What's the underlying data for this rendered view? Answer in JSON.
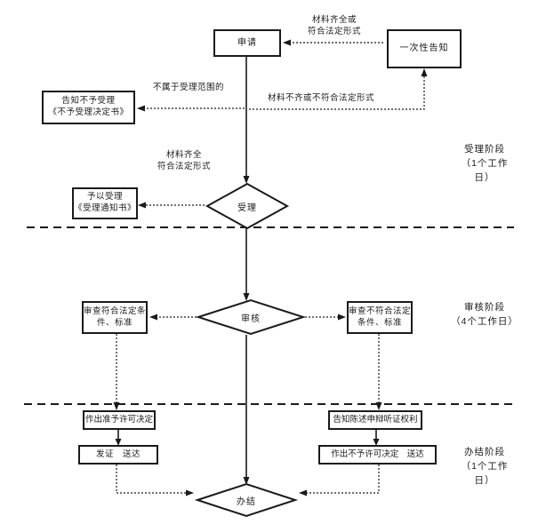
{
  "diagram": {
    "title_hint": "行政许可办理流程图",
    "colors": {
      "ink": "#1a1a1a",
      "background": "#ffffff"
    },
    "nodes": {
      "apply": "申请",
      "one_time_notice": "一次性告知",
      "reject_notice_line1": "告知不予受理",
      "reject_notice_line2": "《不予受理决定书》",
      "accept_notice_line1": "予以受理",
      "accept_notice_line2": "《受理通知书》",
      "accept_diamond": "受理",
      "review_diamond": "审核",
      "finish_diamond": "办结",
      "review_pass_line1": "审查符合法定条",
      "review_pass_line2": "件、标准",
      "review_fail_line1": "审查不符合法定",
      "review_fail_line2": "条件、标准",
      "grant_decision": "作出准予许可决定",
      "issue_deliver": "发证　送达",
      "hearing_rights": "告知陈述申辩听证权利",
      "deny_decision": "作出不予许可决定　送达"
    },
    "edge_labels": {
      "complete_or_line1": "材料齐全或",
      "complete_or_line2": "符合法定形式",
      "out_of_scope": "不属于受理范围的",
      "incomplete": "材料不齐或不符合法定形式",
      "complete_line1": "材料齐全",
      "complete_line2": "符合法定形式"
    },
    "stages": [
      {
        "line1": "受理阶段",
        "line2": "（1个工作",
        "line3": "日）"
      },
      {
        "line1": "审核阶段",
        "line2": "（4个工作日）",
        "line3": ""
      },
      {
        "line1": "办结阶段",
        "line2": "（1个工作",
        "line3": "日）"
      }
    ]
  }
}
